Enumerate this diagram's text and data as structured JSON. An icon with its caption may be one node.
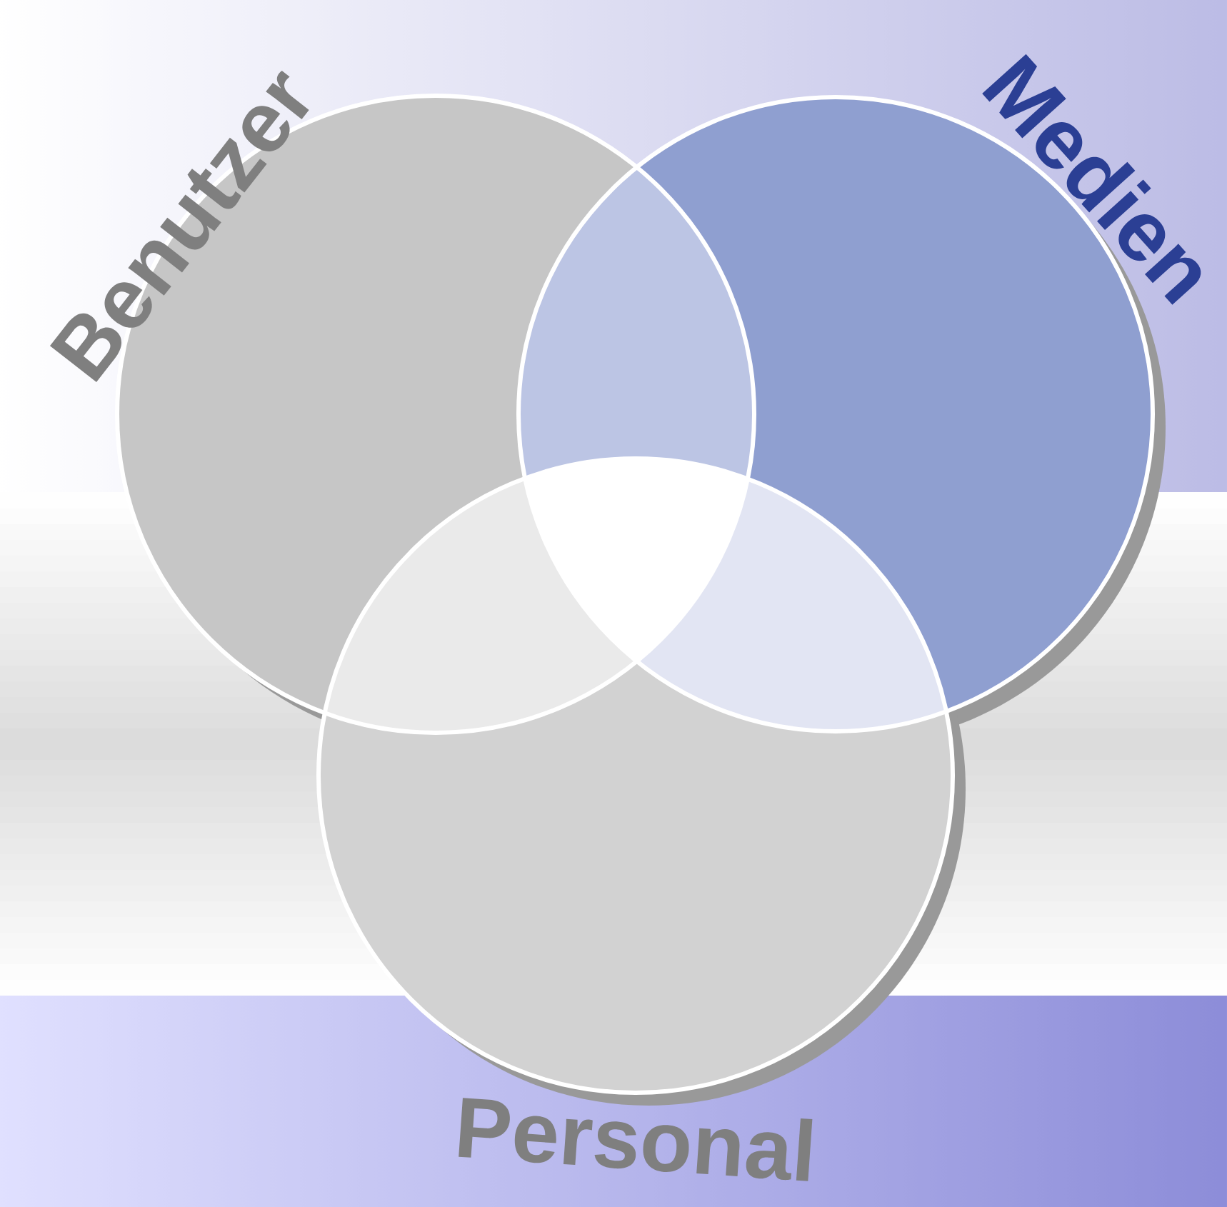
{
  "diagram": {
    "nodes": [
      {
        "text": [
          "Benutzer"
        ]
      },
      {
        "text": [
          "Medien"
        ]
      },
      {
        "text": [
          "Personal"
        ]
      }
    ]
  }
}
